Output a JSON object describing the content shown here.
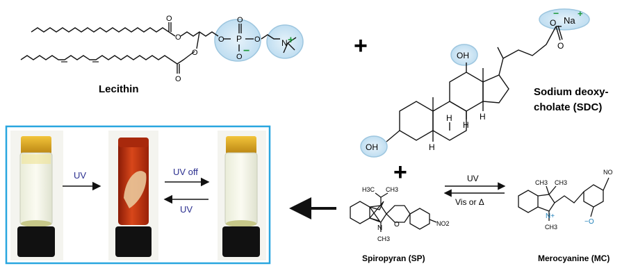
{
  "lecithin": {
    "name": "Lecithin",
    "phosphorus": "P",
    "oxygen": "O",
    "nitrogen": "N",
    "plus_charge": "+",
    "minus_charge": "−"
  },
  "sdc": {
    "name_line1": "Sodium deoxy-",
    "name_line2": "cholate (SDC)",
    "hydroxyl": "OH",
    "sodium": "Na",
    "hydrogen": "H",
    "oxygen": "O",
    "minus_charge": "−",
    "plus_charge": "+"
  },
  "operators": {
    "plus": "+"
  },
  "photo_panel": {
    "arrow1_label": "UV",
    "arrow2_top_label": "UV off",
    "arrow2_bottom_label": "UV"
  },
  "reaction": {
    "forward_label": "UV",
    "reverse_label": "Vis or Δ",
    "sp_name": "Spiropyran (SP)",
    "mc_name": "Merocyanine (MC)",
    "sp_h3c": "H3C",
    "sp_ch3": "CH3",
    "sp_n": "N",
    "sp_o": "O",
    "sp_nitro": "NO2",
    "mc_nitro": "NO",
    "mc_n": "N+",
    "mc_o": "−O",
    "mc_ch3": "CH3"
  },
  "colors": {
    "panel_border": "#29a6df",
    "highlight_fill": "#cfe6f3",
    "highlight_stroke": "#9dc6df",
    "cation_green": "#1e9a3c",
    "anion_green": "#1e9a3c",
    "label_blue": "#2b2f8f",
    "vial_liquid_red": "#b62a10",
    "vial_cap_yellow": "#d7a21a",
    "vial_base_black": "#111111"
  }
}
